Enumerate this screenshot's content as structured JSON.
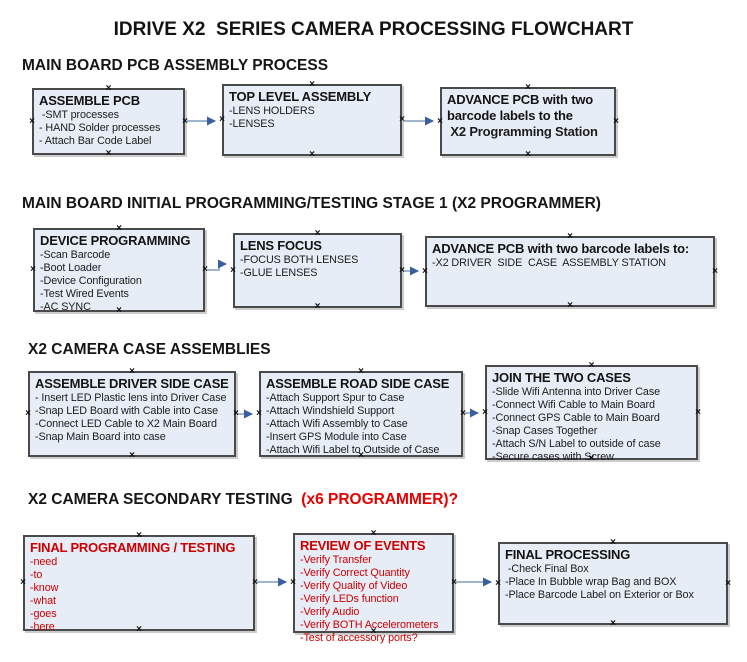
{
  "title": "IDRIVE X2  SERIES CAMERA PROCESSING FLOWCHART",
  "icons": {
    "connection-handle": "×"
  },
  "colors": {
    "box_fill": "#e7edf7",
    "box_border": "#4a4a4a",
    "red_text": "#cc0000",
    "heading_red": "#e60000",
    "connector_line": "#93a9c7",
    "connector_head": "#3a5f9e"
  },
  "sections": [
    {
      "heading": "MAIN BOARD PCB ASSEMBLY PROCESS",
      "boxes": [
        {
          "title": "ASSEMBLE PCB",
          "items": [
            " -SMT processes",
            "- HAND Solder processes",
            "- Attach Bar Code Label"
          ]
        },
        {
          "title": "TOP LEVEL ASSEMBLY",
          "items": [
            "-LENS HOLDERS",
            "-LENSES"
          ]
        },
        {
          "title": "ADVANCE PCB with two barcode labels to the",
          "items": [
            " X2 Programming Station"
          ]
        }
      ]
    },
    {
      "heading": "MAIN BOARD INITIAL PROGRAMMING/TESTING STAGE 1 (X2 PROGRAMMER)",
      "boxes": [
        {
          "title": "DEVICE PROGRAMMING",
          "items": [
            "-Scan Barcode",
            "-Boot Loader",
            "-Device Configuration",
            "-Test Wired Events",
            "-AC SYNC"
          ]
        },
        {
          "title": "LENS FOCUS",
          "items": [
            "-FOCUS BOTH LENSES",
            "-GLUE LENSES"
          ]
        },
        {
          "title": "ADVANCE PCB with two barcode labels to:",
          "items": [
            "-X2 DRIVER  SIDE  CASE  ASSEMBLY STATION"
          ]
        }
      ]
    },
    {
      "heading": "X2 CAMERA CASE ASSEMBLIES",
      "boxes": [
        {
          "title": "ASSEMBLE DRIVER SIDE CASE",
          "items": [
            "- Insert LED Plastic lens into Driver Case",
            "-Snap LED Board with Cable into Case",
            "-Connect LED Cable to X2 Main Board",
            "-Snap Main Board into case"
          ]
        },
        {
          "title": "ASSEMBLE ROAD SIDE CASE",
          "items": [
            "-Attach Support Spur to Case",
            "-Attach Windshield Support",
            "-Attach Wifi Assembly to Case",
            "-Insert GPS Module into Case",
            "-Attach Wifi Label to Outside of Case"
          ]
        },
        {
          "title": "JOIN THE TWO CASES",
          "items": [
            "-Slide Wifi Antenna into Driver Case",
            "-Connect Wifi Cable to Main Board",
            "-Connect GPS Cable to Main Board",
            "-Snap Cases Together",
            "-Attach S/N Label to outside of case",
            "-Secure cases with Screw"
          ]
        }
      ]
    },
    {
      "heading": "X2 CAMERA SECONDARY TESTING ",
      "heading_red": " (x6 PROGRAMMER)?",
      "boxes": [
        {
          "title": "FINAL PROGRAMMING / TESTING",
          "items": [
            "-need",
            "-to",
            "-know",
            "-what",
            "-goes",
            "-here"
          ]
        },
        {
          "title": "REVIEW OF EVENTS",
          "items": [
            "-Verify Transfer",
            "-Verify Correct Quantity",
            "-Verify Quality of Video",
            "-Verify LEDs function",
            "-Verify Audio",
            "-Verify BOTH Accelerometers",
            "-Test of accessory ports?"
          ]
        },
        {
          "title": "FINAL PROCESSING",
          "items": [
            " -Check Final Box",
            "-Place In Bubble wrap Bag and BOX",
            "-Place Barcode Label on Exterior or Box"
          ]
        }
      ]
    }
  ]
}
